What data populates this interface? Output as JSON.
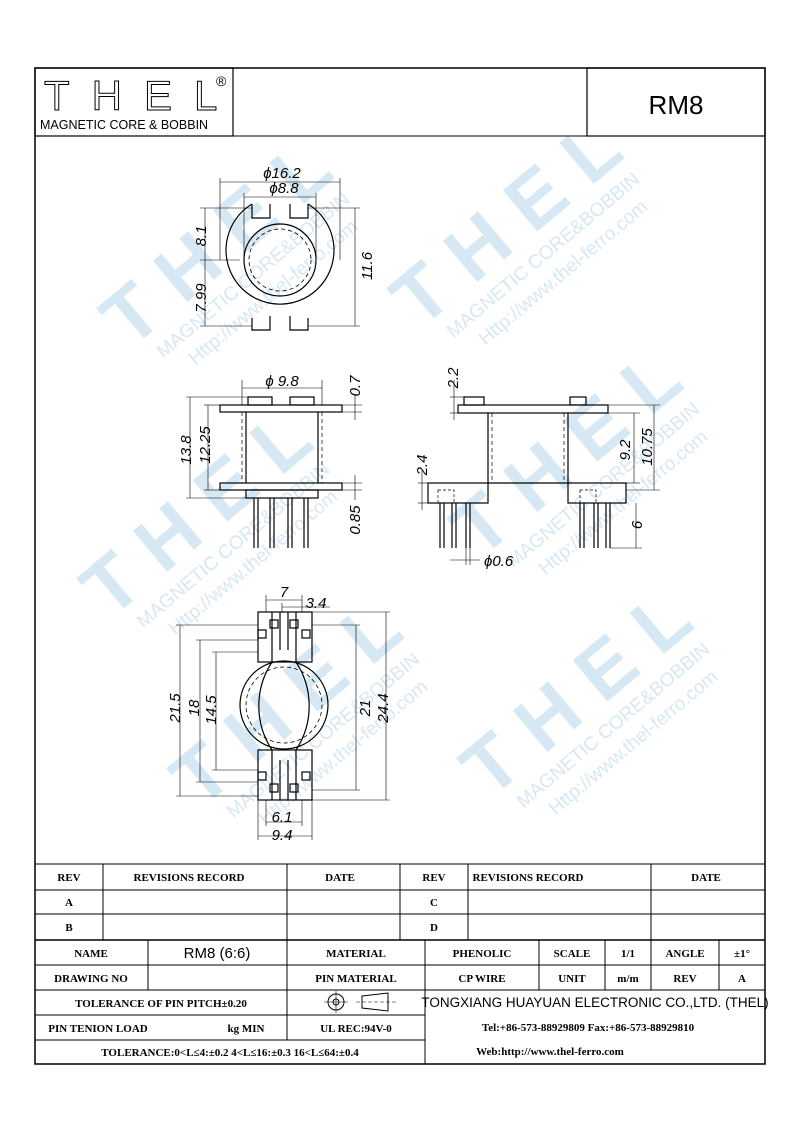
{
  "logo": {
    "brand": "THEL",
    "reg": "®",
    "subtitle": "MAGNETIC CORE & BOBBIN"
  },
  "part_number": "RM8",
  "watermark": {
    "brand": "THEL",
    "line1": "MAGNETIC CORE&BOBBIN",
    "line2": "Http://www.thel-ferro.com"
  },
  "dimensions": {
    "top_view": {
      "outer_dia": "ϕ16.2",
      "inner_dia": "ϕ8.8",
      "upper_height": "8.1",
      "lower_height": "7.99",
      "height": "11.6"
    },
    "front_view": {
      "bore_dia": "ϕ 9.8",
      "flange": "0.7",
      "overall_height": "13.8",
      "body_height": "12.25",
      "pin_offset": "0.85"
    },
    "side_view": {
      "top_step": "2.2",
      "bottom_step": "2.4",
      "inner_height": "9.2",
      "height": "10.75",
      "pin_length": "6",
      "pin_dia": "ϕ0.6"
    },
    "bottom_view": {
      "top_width": "7",
      "top_pitch": "3.4",
      "height_outer": "21.5",
      "height_mid": "18",
      "height_inner": "14.5",
      "height_right_inner": "21",
      "height_right_outer": "24.4",
      "bottom_pitch": "6.1",
      "bottom_width": "9.4"
    }
  },
  "revisions": {
    "headers": [
      "REV",
      "REVISIONS RECORD",
      "DATE",
      "REV",
      "REVISIONS RECORD",
      "DATE"
    ],
    "rows": [
      [
        "A",
        "",
        "",
        "C",
        "",
        ""
      ],
      [
        "B",
        "",
        "",
        "D",
        "",
        ""
      ]
    ]
  },
  "info": {
    "name_label": "NAME",
    "name_value": "RM8 (6:6)",
    "material_label": "MATERIAL",
    "material_value": "PHENOLIC",
    "scale_label": "SCALE",
    "scale_value": "1/1",
    "angle_label": "ANGLE",
    "angle_value": "±1°",
    "drawing_no_label": "DRAWING NO",
    "pin_material_label": "PIN MATERIAL",
    "pin_material_value": "CP WIRE",
    "unit_label": "UNIT",
    "unit_value": "m/m",
    "rev_label": "REV",
    "rev_value": "A",
    "tol_pitch": "TOLERANCE OF PIN PITCH±0.20",
    "company": "TONGXIANG HUAYUAN ELECTRONIC CO.,LTD.  (THEL)",
    "pin_load_label": "PIN TENION LOAD",
    "pin_load_unit": "kg MIN",
    "ul": "UL REC:94V-0",
    "tel": "Tel:+86-573-88929809 Fax:+86-573-88929810",
    "tolerance": "TOLERANCE:0<L≤4:±0.2  4<L≤16:±0.3  16<L≤64:±0.4",
    "web": "Web:http://www.thel-ferro.com"
  }
}
